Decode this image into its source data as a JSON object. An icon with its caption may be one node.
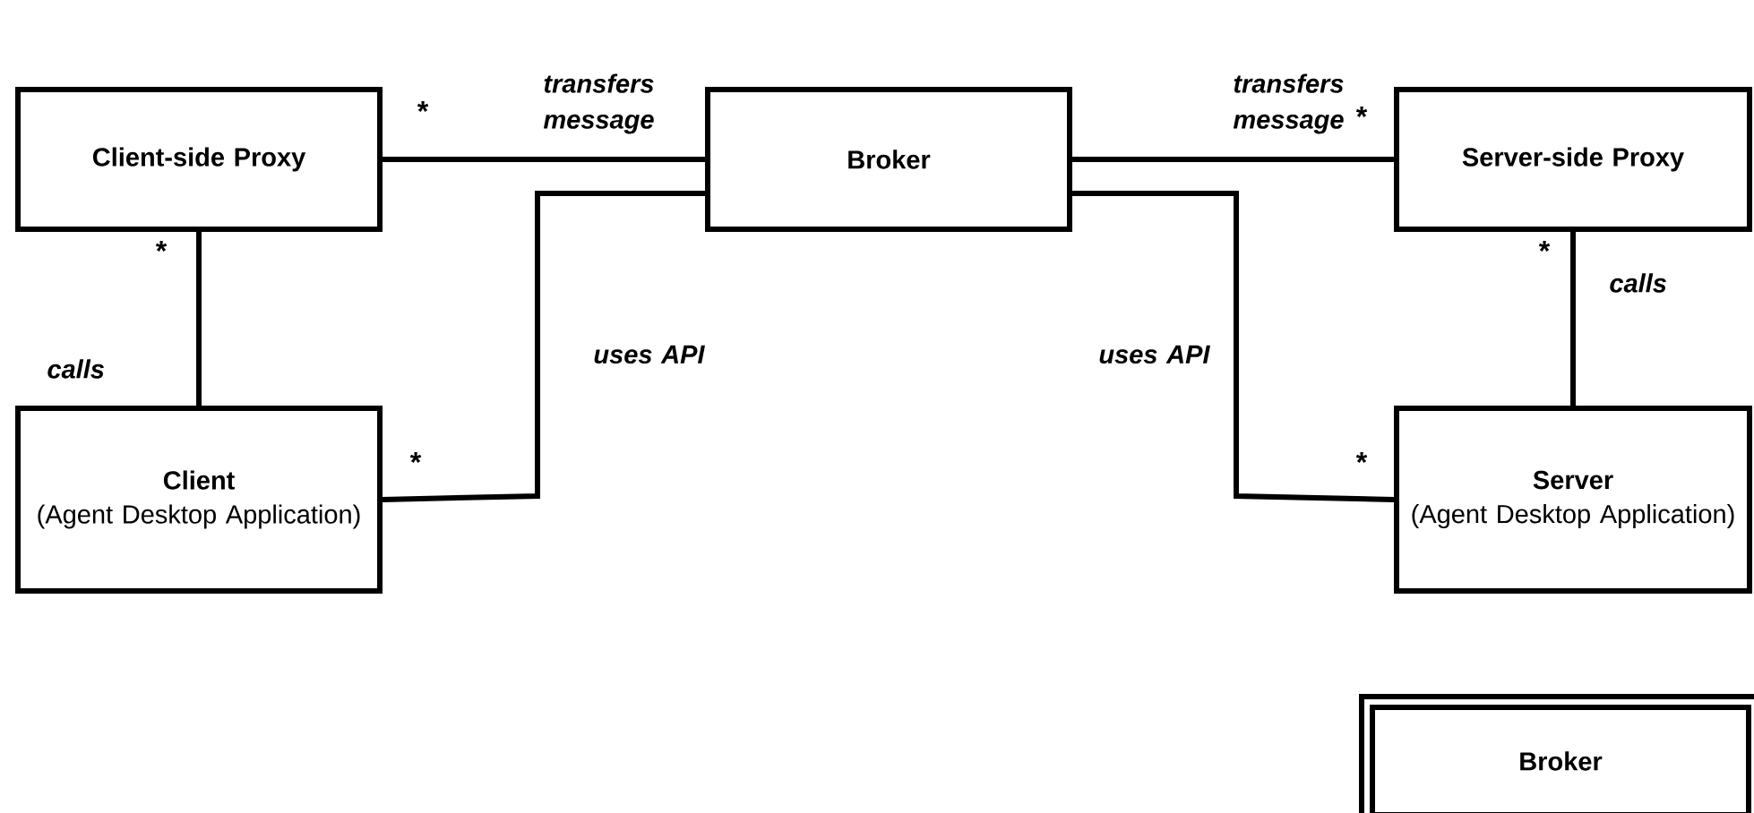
{
  "diagram": {
    "nodes": [
      {
        "text": [
          "Client-side Proxy"
        ]
      },
      {
        "text": [
          "Broker"
        ]
      },
      {
        "text": [
          "Server-side Proxy"
        ]
      },
      {
        "text": [
          "Client",
          "(Agent Desktop Application)"
        ]
      },
      {
        "text": [
          "Server",
          "(Agent Desktop Application)"
        ]
      },
      {
        "text": [
          "Broker"
        ]
      }
    ],
    "edges": [
      {
        "from": 0,
        "to": 1,
        "arrow": "none",
        "label": "transfers message"
      },
      {
        "from": 1,
        "to": 2,
        "arrow": "none",
        "label": "transfers message"
      },
      {
        "from": 3,
        "to": 1,
        "arrow": "none",
        "label": "uses API"
      },
      {
        "from": 1,
        "to": 4,
        "arrow": "none",
        "label": "uses API"
      },
      {
        "from": 0,
        "to": 3,
        "arrow": "none",
        "label": "calls"
      },
      {
        "from": 2,
        "to": 4,
        "arrow": "none",
        "label": "calls"
      }
    ],
    "labels": [
      "*",
      "*",
      "*",
      "*",
      "*",
      "*"
    ]
  }
}
